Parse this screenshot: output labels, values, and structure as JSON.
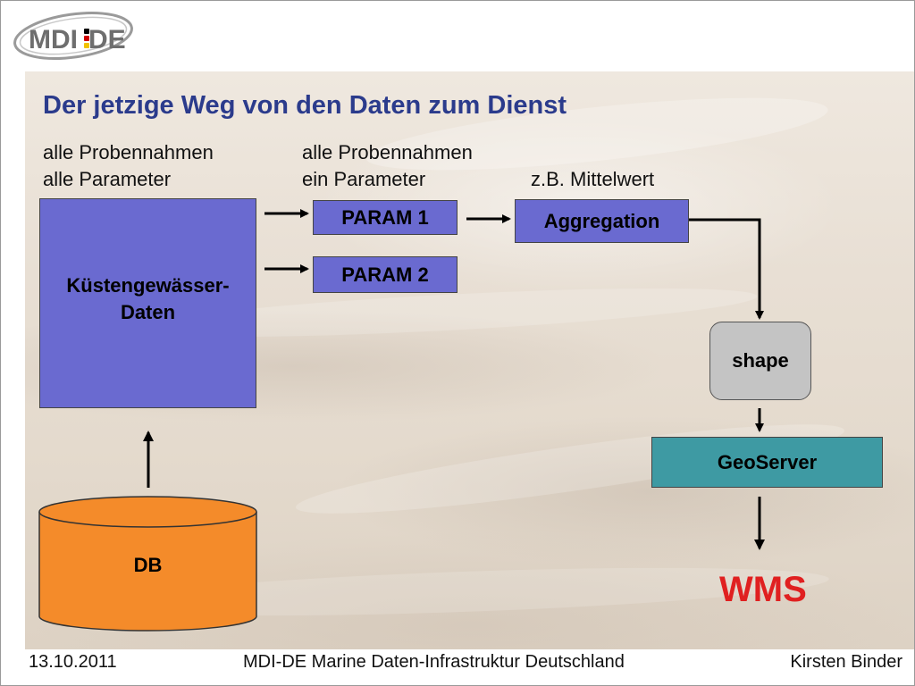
{
  "logo": {
    "text_left": "MDI",
    "text_right": "DE",
    "colors": [
      "#000000",
      "#d00000",
      "#f2c200"
    ]
  },
  "title": "Der jetzige Weg von den Daten zum Dienst",
  "captions": {
    "col1_line1": "alle Probennahmen",
    "col1_line2": "alle Parameter",
    "col2_line1": "alle Probennahmen",
    "col2_line2": "ein Parameter",
    "col3": "z.B. Mittelwert"
  },
  "nodes": {
    "kuesten_line1": "Küstengewässer-",
    "kuesten_line2": "Daten",
    "param1": "PARAM 1",
    "param2": "PARAM 2",
    "aggregation": "Aggregation",
    "shape": "shape",
    "geoserver": "GeoServer",
    "db": "DB",
    "wms": "WMS"
  },
  "colors": {
    "title": "#2b3b8c",
    "box_purple": "#6a6ad0",
    "geoserver": "#3e9aa3",
    "shape": "#c4c4c4",
    "db": "#f48b2a",
    "wms": "#e02020"
  },
  "footer": {
    "date": "13.10.2011",
    "center": "MDI-DE  Marine Daten-Infrastruktur Deutschland",
    "author": "Kirsten Binder"
  }
}
